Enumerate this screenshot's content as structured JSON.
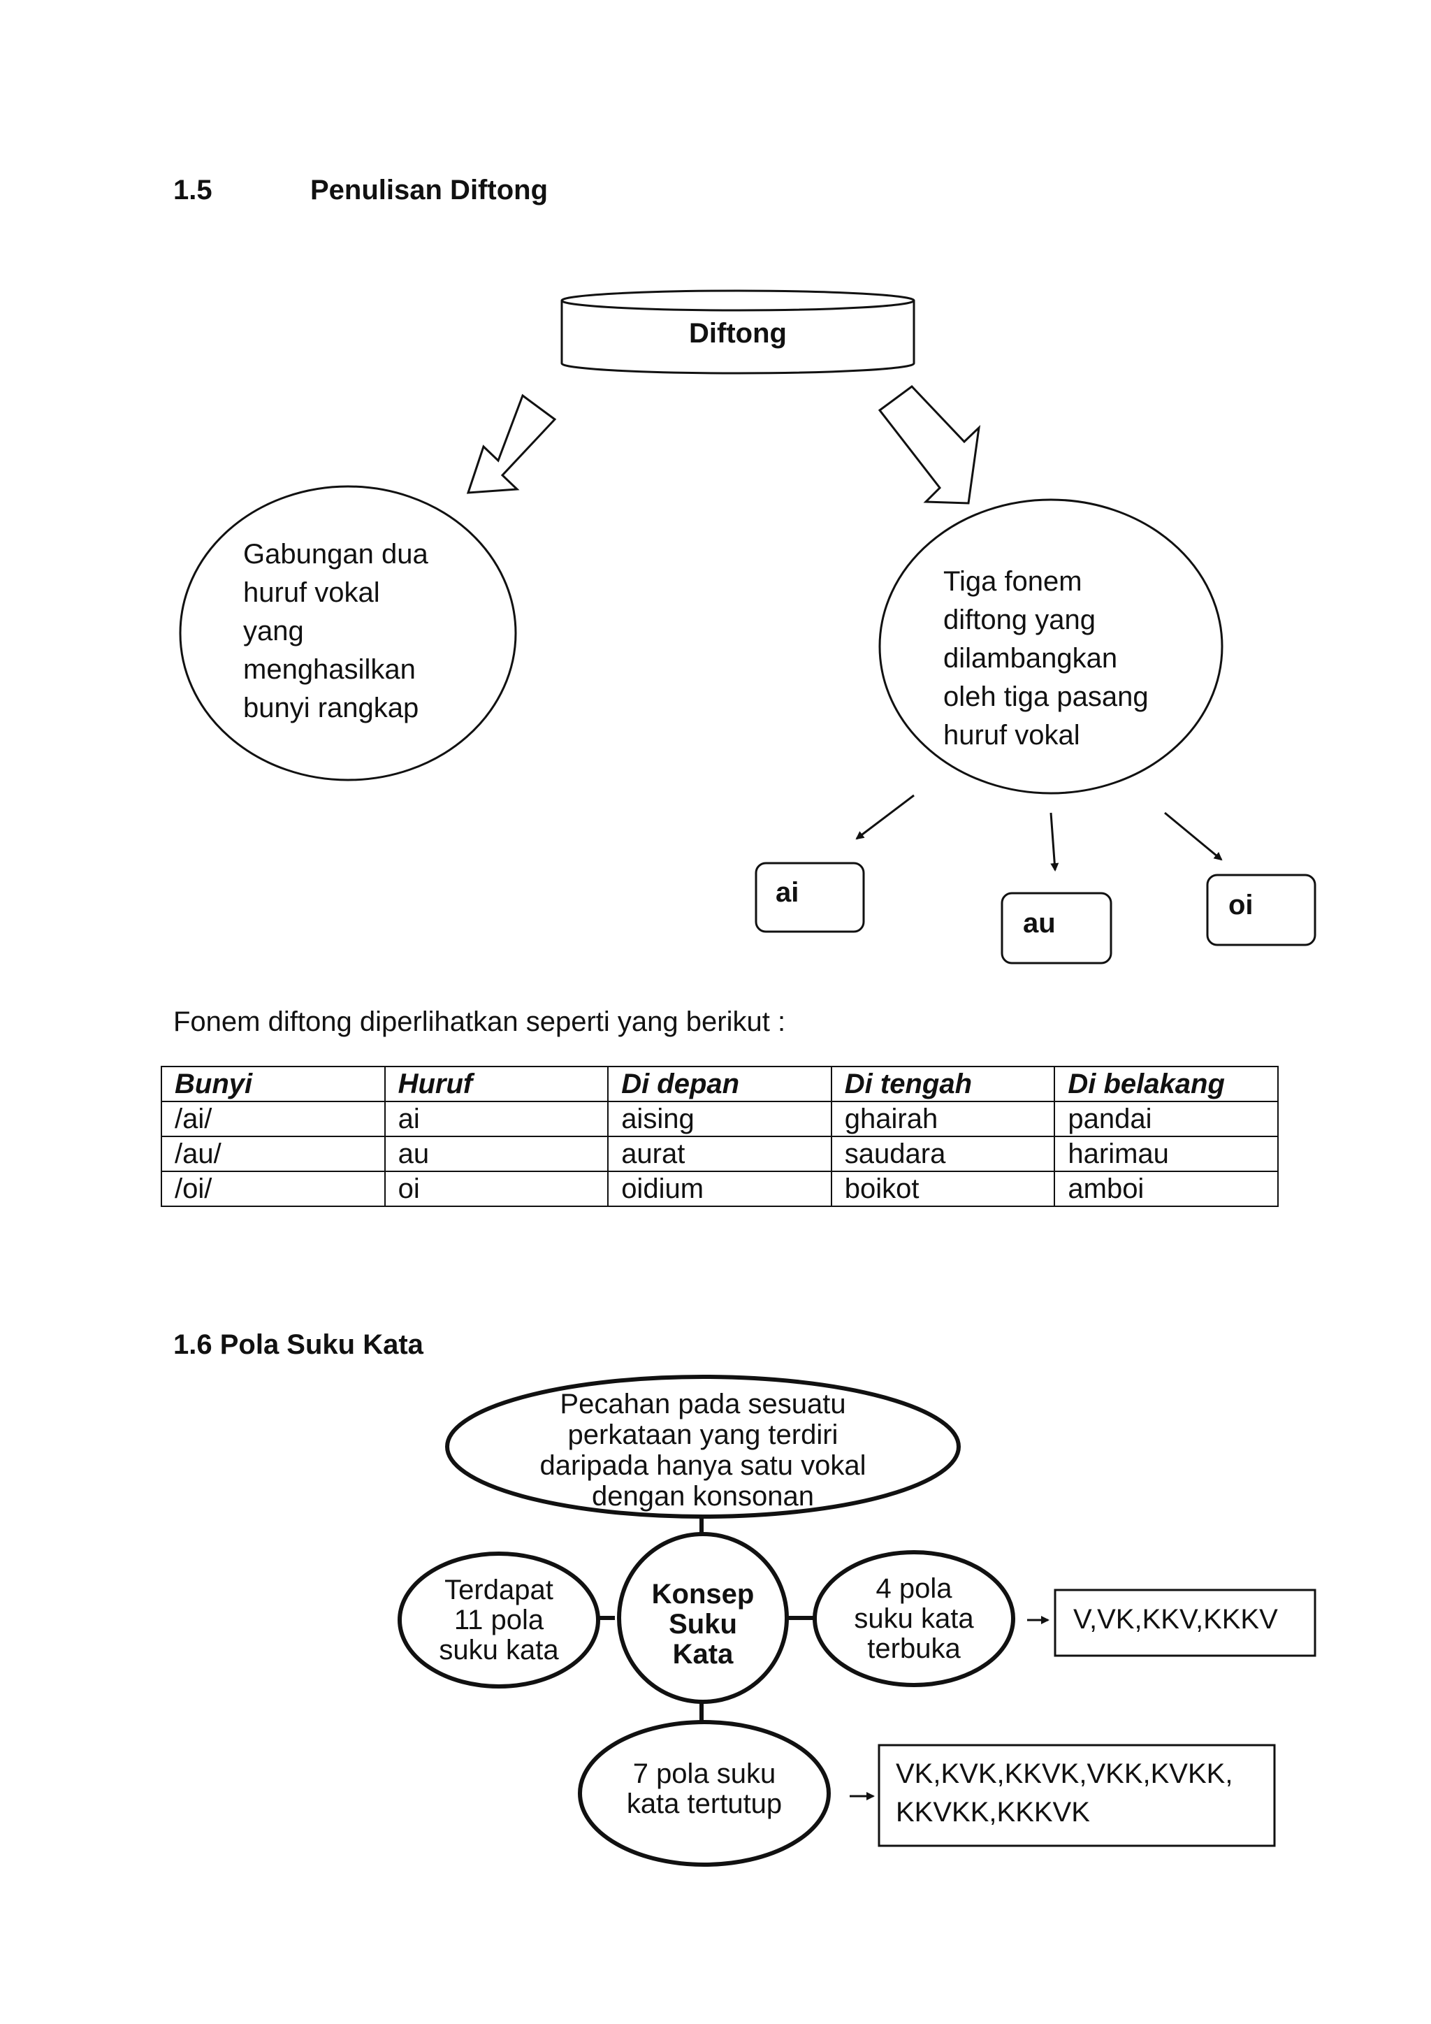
{
  "section_1_5": {
    "number": "1.5",
    "title": "Penulisan Diftong",
    "diagram": {
      "root": "Diftong",
      "left_bubble": [
        "Gabungan dua",
        "huruf vokal",
        "yang",
        "menghasilkan",
        "bunyi rangkap"
      ],
      "right_bubble": [
        "Tiga fonem",
        "diftong yang",
        "dilambangkan",
        "oleh tiga pasang",
        "huruf vokal"
      ],
      "leaves": [
        "ai",
        "au",
        "oi"
      ]
    },
    "intro": "Fonem diftong diperlihatkan seperti yang berikut :",
    "table": {
      "headers": [
        "Bunyi",
        "Huruf",
        "Di depan",
        "Di tengah",
        "Di belakang"
      ],
      "rows": [
        [
          "/ai/",
          "ai",
          "aising",
          "ghairah",
          "pandai"
        ],
        [
          "/au/",
          "au",
          "aurat",
          "saudara",
          "harimau"
        ],
        [
          "/oi/",
          "oi",
          "oidium",
          "boikot",
          "amboi"
        ]
      ]
    }
  },
  "section_1_6": {
    "title": "1.6 Pola Suku Kata",
    "diagram": {
      "top": [
        "Pecahan pada sesuatu",
        "perkataan yang terdiri",
        "daripada hanya satu vokal",
        "dengan konsonan"
      ],
      "center": [
        "Konsep",
        "Suku",
        "Kata"
      ],
      "left": [
        "Terdapat",
        "11 pola",
        "suku kata"
      ],
      "right": [
        "4 pola",
        "suku kata",
        "terbuka"
      ],
      "bottom": [
        "7 pola suku",
        "kata tertutup"
      ],
      "open_patterns": "V,VK,KKV,KKKV",
      "closed_patterns": [
        "VK,KVK,KKVK,VKK,KVKK,",
        "KKVKK,KKKVK"
      ]
    }
  }
}
